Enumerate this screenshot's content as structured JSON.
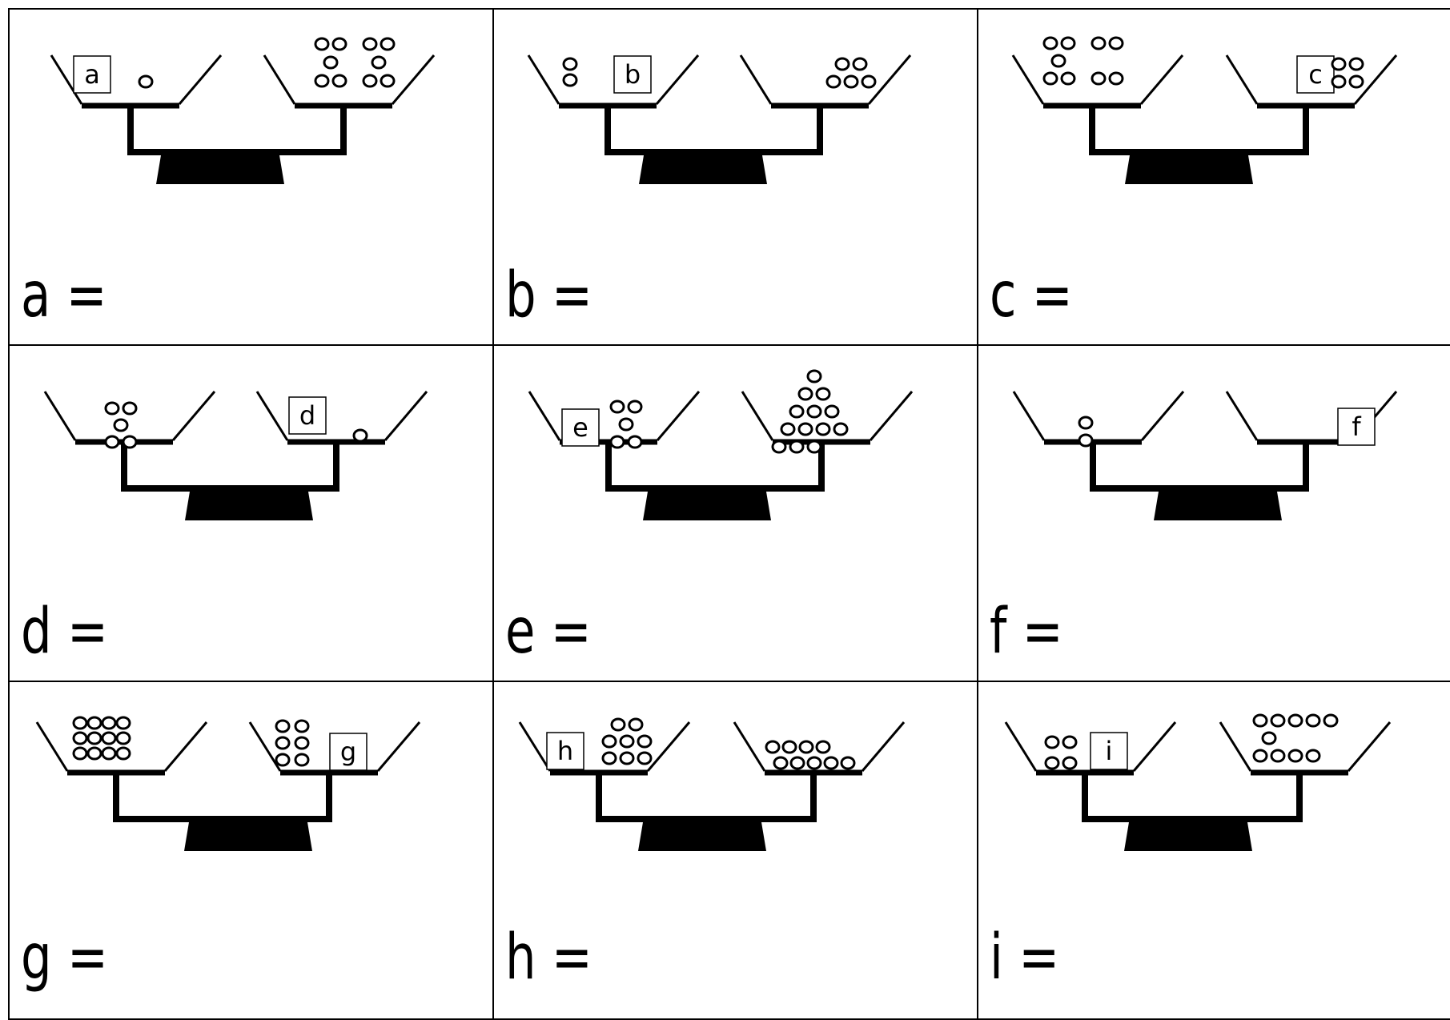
{
  "title": "",
  "puzzles": [
    {
      "id": "a",
      "answer_label": "a =",
      "left": {
        "box": "a",
        "balls": 1
      },
      "right": {
        "box": null,
        "balls": 10
      }
    },
    {
      "id": "b",
      "answer_label": "b =",
      "left": {
        "box": "b",
        "balls": 2
      },
      "right": {
        "box": null,
        "balls": 5
      }
    },
    {
      "id": "c",
      "answer_label": "c =",
      "left": {
        "box": null,
        "balls": 9
      },
      "right": {
        "box": "c",
        "balls": 4
      }
    },
    {
      "id": "d",
      "answer_label": "d =",
      "left": {
        "box": null,
        "balls": 5
      },
      "right": {
        "box": "d",
        "balls": 1
      }
    },
    {
      "id": "e",
      "answer_label": "e =",
      "left": {
        "box": "e",
        "balls": 5
      },
      "right": {
        "box": null,
        "balls": 13
      }
    },
    {
      "id": "f",
      "answer_label": "f =",
      "left": {
        "box": null,
        "balls": 2
      },
      "right": {
        "box": "f",
        "balls": 0
      }
    },
    {
      "id": "g",
      "answer_label": "g =",
      "left": {
        "box": null,
        "balls": 12
      },
      "right": {
        "box": "g",
        "balls": 6
      }
    },
    {
      "id": "h",
      "answer_label": "h =",
      "left": {
        "box": "h",
        "balls": 8
      },
      "right": {
        "box": null,
        "balls": 9
      }
    },
    {
      "id": "i",
      "answer_label": "i =",
      "left": {
        "box": "i",
        "balls": 4
      },
      "right": {
        "box": null,
        "balls": 10
      }
    }
  ]
}
